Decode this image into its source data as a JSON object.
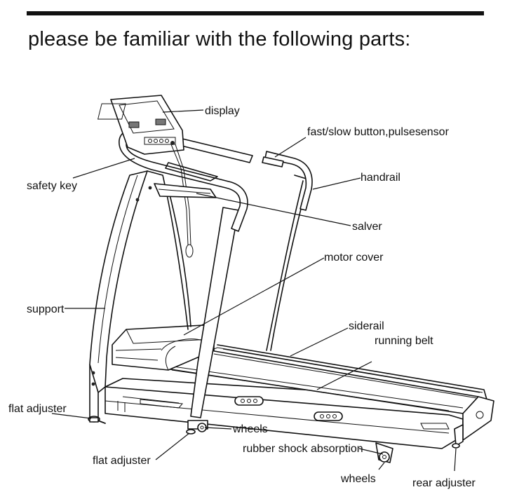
{
  "heading": "please be familiar with the following parts:",
  "labels": {
    "display": "display",
    "fast_slow_button": "fast/slow button,pulsesensor",
    "safety_key": "safety key",
    "handrail": "handrail",
    "salver": "salver",
    "motor_cover": "motor cover",
    "support": "support",
    "siderail": "siderail",
    "running_belt": "running belt",
    "flat_adjuster_left": "flat adjuster",
    "wheels_front": "wheels",
    "rubber_shock_absorption": "rubber shock absorption",
    "flat_adjuster_bottom": "flat adjuster",
    "wheels_rear": "wheels",
    "rear_adjuster": "rear adjuster"
  }
}
